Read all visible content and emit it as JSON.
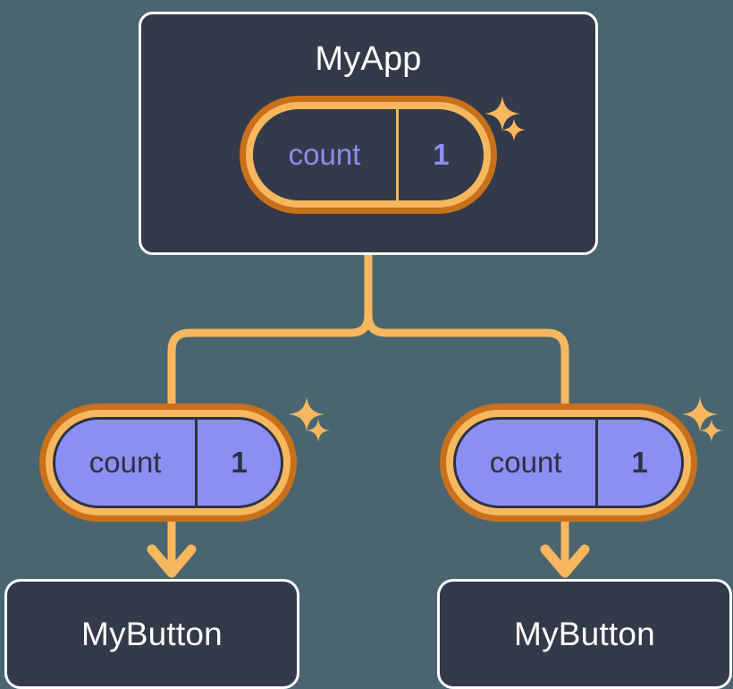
{
  "diagram": {
    "title": "MyApp",
    "background_color": "#4a6570",
    "card_color": "#333a49",
    "accent_color": "#f7b75e",
    "accent_dark_color": "#c8711a",
    "state_color": "#8b8ef2"
  },
  "root": {
    "name": "MyApp",
    "state": {
      "key": "count",
      "value": "1"
    },
    "sparkle_large": "sparkle-icon",
    "sparkle_small": "sparkle-icon"
  },
  "branches": [
    {
      "prop": {
        "key": "count",
        "value": "1"
      },
      "child": {
        "name": "MyButton"
      },
      "sparkle_large": "sparkle-icon",
      "sparkle_small": "sparkle-icon"
    },
    {
      "prop": {
        "key": "count",
        "value": "1"
      },
      "child": {
        "name": "MyButton"
      },
      "sparkle_large": "sparkle-icon",
      "sparkle_small": "sparkle-icon"
    }
  ]
}
